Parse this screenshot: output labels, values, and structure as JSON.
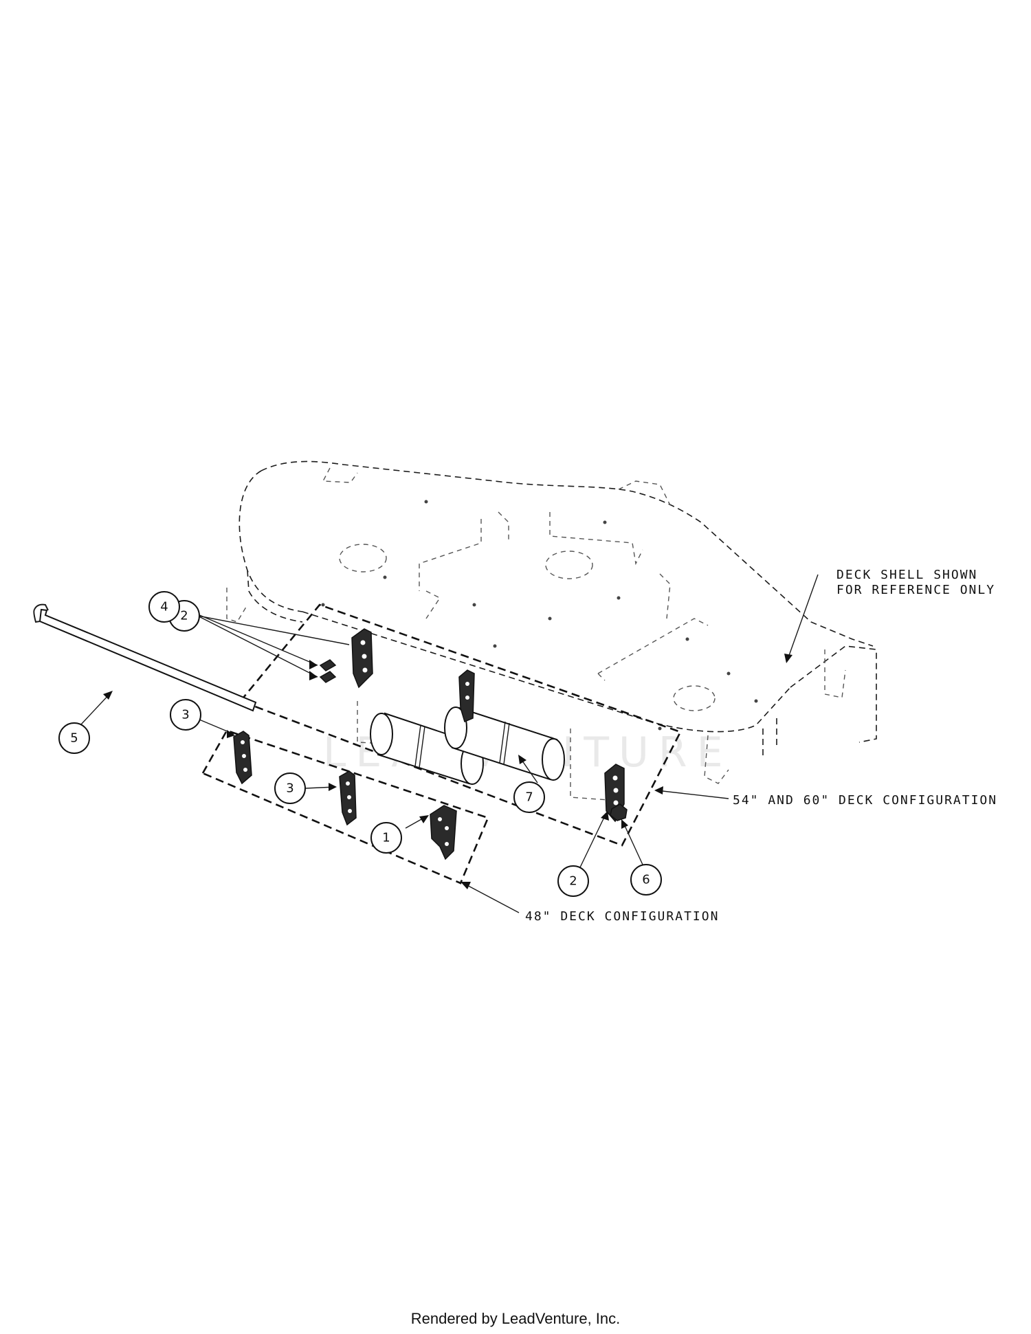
{
  "callouts": [
    {
      "id": "2"
    },
    {
      "id": "4"
    },
    {
      "id": "5"
    },
    {
      "id": "3"
    },
    {
      "id": "3"
    },
    {
      "id": "1"
    },
    {
      "id": "7"
    },
    {
      "id": "2"
    },
    {
      "id": "6"
    }
  ],
  "labels": {
    "deck_shell_line1": "DECK SHELL SHOWN",
    "deck_shell_line2": "FOR REFERENCE ONLY",
    "config_54_60": "54\" AND 60\" DECK CONFIGURATION",
    "config_48": "48\" DECK CONFIGURATION"
  },
  "watermark": "LEADVENTURE",
  "footer": "Rendered by LeadVenture, Inc."
}
